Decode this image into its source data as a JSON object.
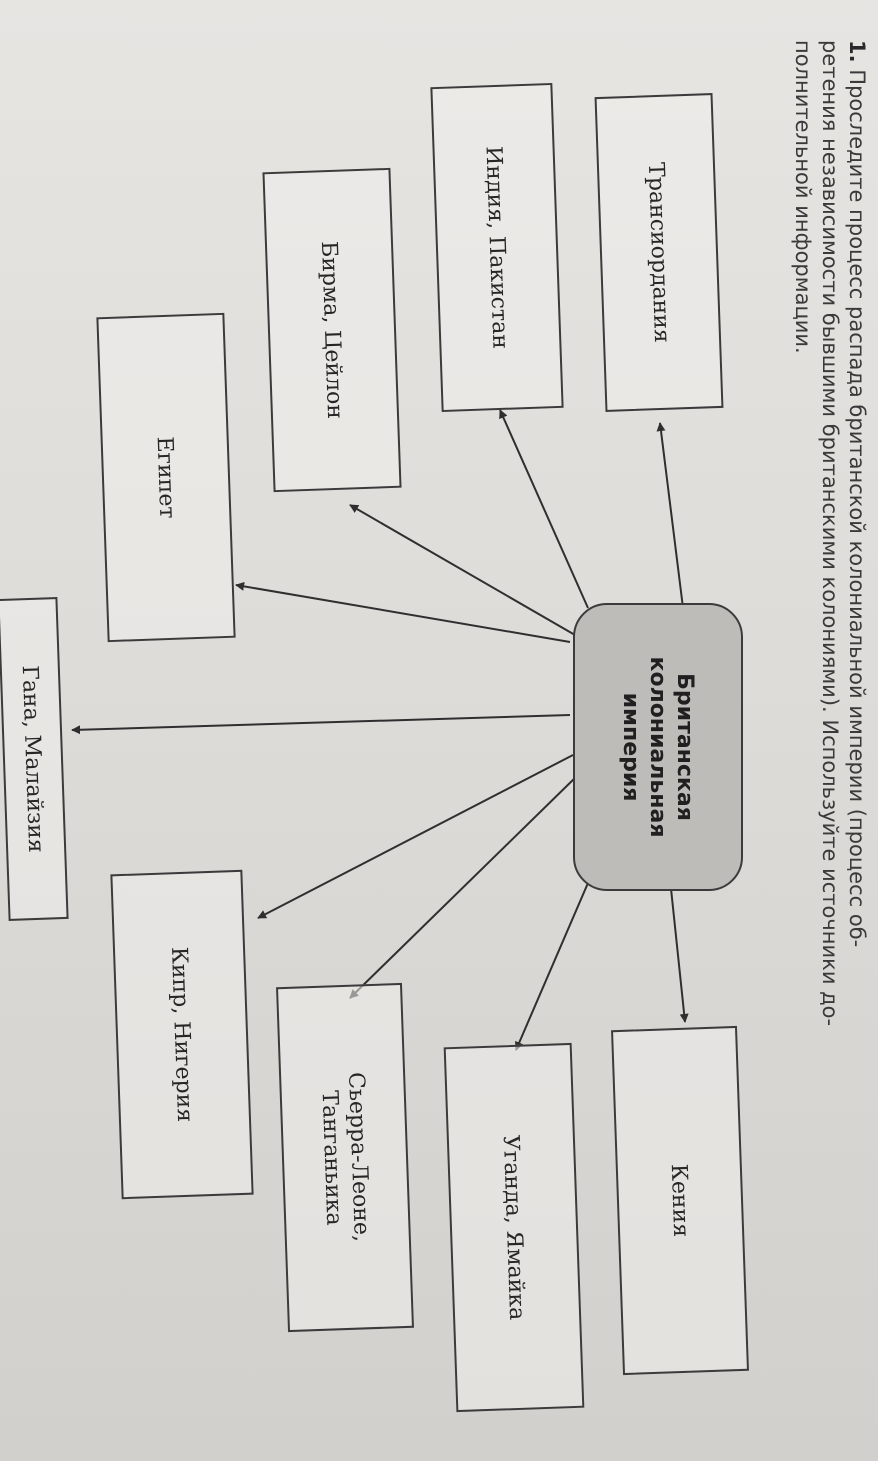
{
  "task": {
    "number": "1.",
    "line1": "Проследите процесс распада британской колониальной империи (процесс об-",
    "line2": "ретения независимости бывшими британскими колониями). Используйте источники до-",
    "line3": "полнительной информации."
  },
  "diagram": {
    "center": {
      "line1": "Британская",
      "line2": "колониальная",
      "line3": "империя"
    },
    "nodes": [
      {
        "id": "transjordan",
        "line1": "Трансиордания",
        "line2": ""
      },
      {
        "id": "india",
        "line1": "Индия, Пакистан",
        "line2": ""
      },
      {
        "id": "burma",
        "line1": "Бирма, Цейлон",
        "line2": ""
      },
      {
        "id": "egypt",
        "line1": "Египет",
        "line2": ""
      },
      {
        "id": "ghana",
        "line1": "Гана, Малайзия",
        "line2": ""
      },
      {
        "id": "cyprus",
        "line1": "Кипр, Нигерия",
        "line2": ""
      },
      {
        "id": "sierra",
        "line1": "Сьерра-Леоне,",
        "line2": "Танганьика"
      },
      {
        "id": "uganda",
        "line1": "Уганда, Ямайка",
        "line2": ""
      },
      {
        "id": "kenya",
        "line1": "Кения",
        "line2": ""
      }
    ]
  },
  "colors": {
    "line": "#2f2f2f",
    "center_fill": "#bdbcb9",
    "paper": "#e6e5e2"
  }
}
